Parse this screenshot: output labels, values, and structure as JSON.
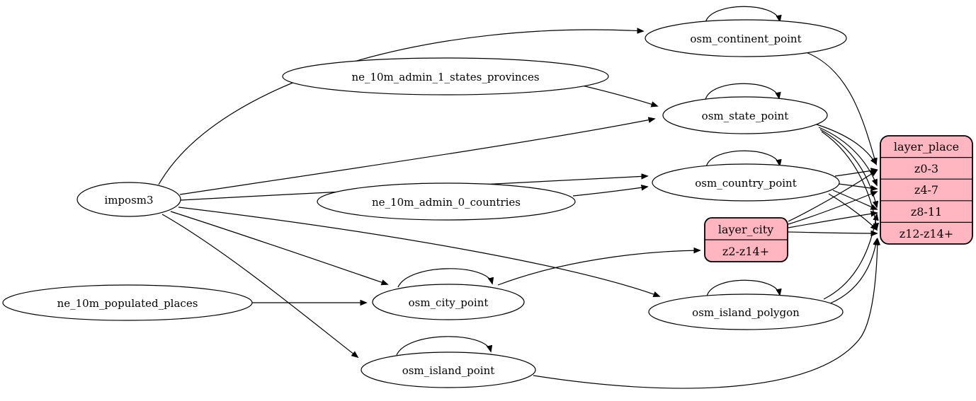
{
  "diagram": {
    "type": "graphviz-digraph",
    "background": "#ffffff",
    "colors": {
      "record_fill": "#ffb6c1",
      "node_fill": "#ffffff",
      "stroke": "#000000"
    },
    "nodes": {
      "imposm3": {
        "label": "imposm3",
        "shape": "ellipse"
      },
      "ne_10m_populated_places": {
        "label": "ne_10m_populated_places",
        "shape": "ellipse"
      },
      "ne_10m_admin_1_states_provinces": {
        "label": "ne_10m_admin_1_states_provinces",
        "shape": "ellipse"
      },
      "ne_10m_admin_0_countries": {
        "label": "ne_10m_admin_0_countries",
        "shape": "ellipse"
      },
      "osm_continent_point": {
        "label": "osm_continent_point",
        "shape": "ellipse"
      },
      "osm_state_point": {
        "label": "osm_state_point",
        "shape": "ellipse"
      },
      "osm_country_point": {
        "label": "osm_country_point",
        "shape": "ellipse"
      },
      "osm_city_point": {
        "label": "osm_city_point",
        "shape": "ellipse"
      },
      "osm_island_polygon": {
        "label": "osm_island_polygon",
        "shape": "ellipse"
      },
      "osm_island_point": {
        "label": "osm_island_point",
        "shape": "ellipse"
      }
    },
    "records": {
      "layer_place": {
        "title": "layer_place",
        "rows": [
          "z0-3",
          "z4-7",
          "z8-11",
          "z12-z14+"
        ]
      },
      "layer_city": {
        "title": "layer_city",
        "rows": [
          "z2-z14+"
        ]
      }
    },
    "edges": [
      [
        "imposm3",
        "osm_continent_point"
      ],
      [
        "imposm3",
        "osm_state_point"
      ],
      [
        "imposm3",
        "osm_country_point"
      ],
      [
        "imposm3",
        "osm_city_point"
      ],
      [
        "imposm3",
        "osm_island_polygon"
      ],
      [
        "imposm3",
        "osm_island_point"
      ],
      [
        "ne_10m_admin_1_states_provinces",
        "osm_state_point"
      ],
      [
        "ne_10m_admin_0_countries",
        "osm_country_point"
      ],
      [
        "ne_10m_populated_places",
        "osm_city_point"
      ],
      [
        "osm_continent_point",
        "osm_continent_point"
      ],
      [
        "osm_state_point",
        "osm_state_point"
      ],
      [
        "osm_country_point",
        "osm_country_point"
      ],
      [
        "osm_city_point",
        "osm_city_point"
      ],
      [
        "osm_island_polygon",
        "osm_island_polygon"
      ],
      [
        "osm_island_point",
        "osm_island_point"
      ],
      [
        "osm_continent_point",
        "layer_place:z0-3"
      ],
      [
        "osm_state_point",
        "layer_place:z0-3"
      ],
      [
        "osm_state_point",
        "layer_place:z4-7"
      ],
      [
        "osm_state_point",
        "layer_place:z8-11"
      ],
      [
        "osm_state_point",
        "layer_place:z12-z14+"
      ],
      [
        "osm_country_point",
        "layer_place:z0-3"
      ],
      [
        "osm_country_point",
        "layer_place:z4-7"
      ],
      [
        "osm_country_point",
        "layer_place:z8-11"
      ],
      [
        "osm_country_point",
        "layer_place:z12-z14+"
      ],
      [
        "osm_city_point",
        "layer_city:z2-z14+"
      ],
      [
        "layer_city",
        "layer_place:z0-3"
      ],
      [
        "layer_city",
        "layer_place:z4-7"
      ],
      [
        "layer_city",
        "layer_place:z8-11"
      ],
      [
        "layer_city",
        "layer_place:z12-z14+"
      ],
      [
        "osm_island_polygon",
        "layer_place:z8-11"
      ],
      [
        "osm_island_polygon",
        "layer_place:z12-z14+"
      ],
      [
        "osm_island_point",
        "layer_place:z12-z14+"
      ]
    ]
  }
}
